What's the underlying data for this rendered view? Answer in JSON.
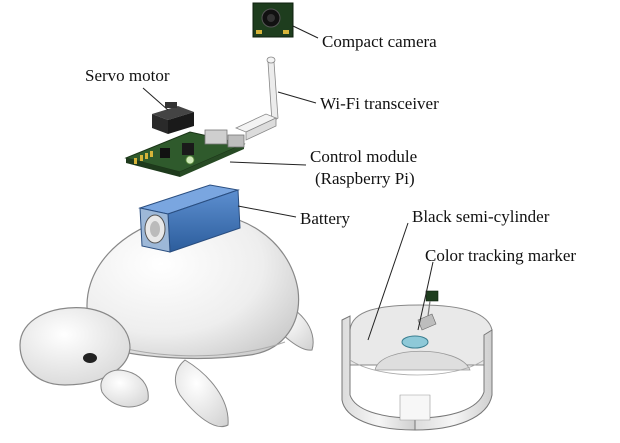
{
  "labels": {
    "camera": "Compact camera",
    "servo": "Servo motor",
    "wifi": "Wi-Fi transceiver",
    "control_line1": "Control module",
    "control_line2": "(Raspberry Pi)",
    "battery": "Battery",
    "black_semi": "Black semi-cylinder",
    "marker": "Color tracking marker"
  }
}
